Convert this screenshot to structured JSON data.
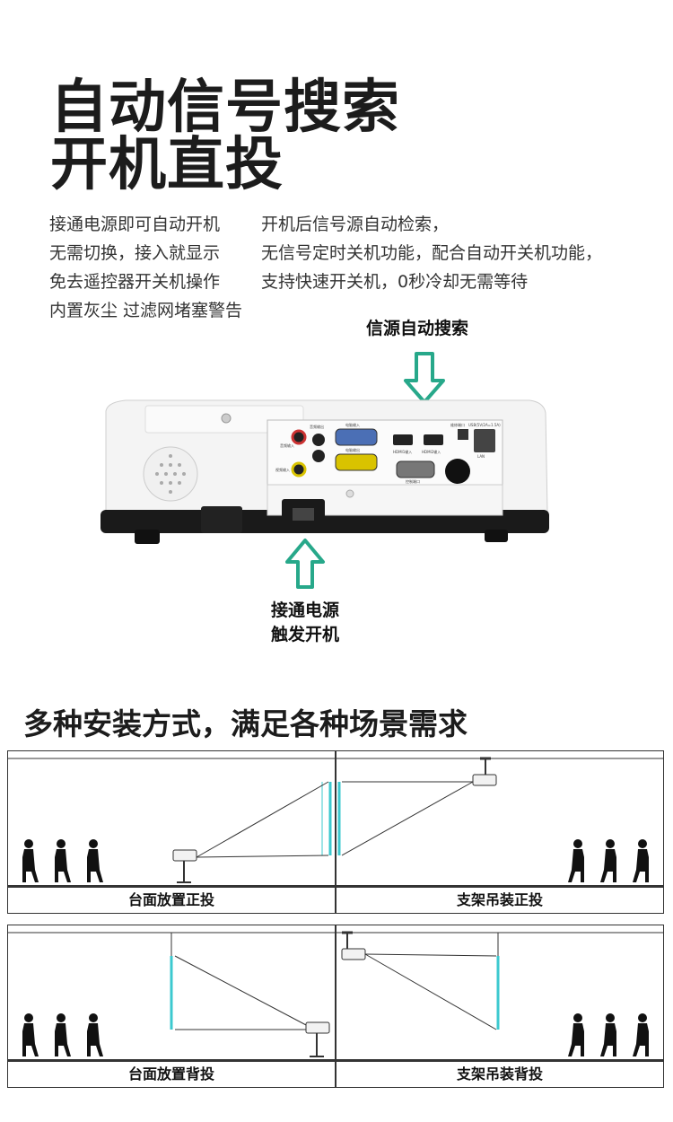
{
  "header": {
    "title_line1": "自动信号搜索",
    "title_line2": "开机直投"
  },
  "features": {
    "left": [
      "接通电源即可自动开机",
      "无需切换，接入就显示",
      "免去遥控器开关机操作",
      "内置灰尘 过滤网堵塞警告"
    ],
    "right": [
      "开机后信号源自动检索，",
      "无信号定时关机功能，配合自动开关机功能，",
      "支持快速开关机，0秒冷却无需等待"
    ]
  },
  "product": {
    "callout_top": "信源自动搜索",
    "callout_bottom_line1": "接通电源",
    "callout_bottom_line2": "触发开机",
    "arrow_color": "#27a88a",
    "port_labels": {
      "audio_out": "音频输出",
      "audio_in": "音频输入",
      "video_in": "视频输入",
      "pc_in": "电脑输入",
      "pc_out": "电脑输出",
      "hdmi1": "HDMI1输入",
      "hdmi2": "HDMI2输入",
      "service": "维修端口",
      "usb_power": "USB(5V/2A=1.5A)",
      "lan": "LAN",
      "control": "控制端口"
    }
  },
  "install": {
    "title": "多种安装方式，满足各种场景需求",
    "panels": [
      {
        "caption": "台面放置正投"
      },
      {
        "caption": "支架吊装正投"
      },
      {
        "caption": "台面放置背投"
      },
      {
        "caption": "支架吊装背投"
      }
    ],
    "screen_color": "#3cc9cf"
  }
}
